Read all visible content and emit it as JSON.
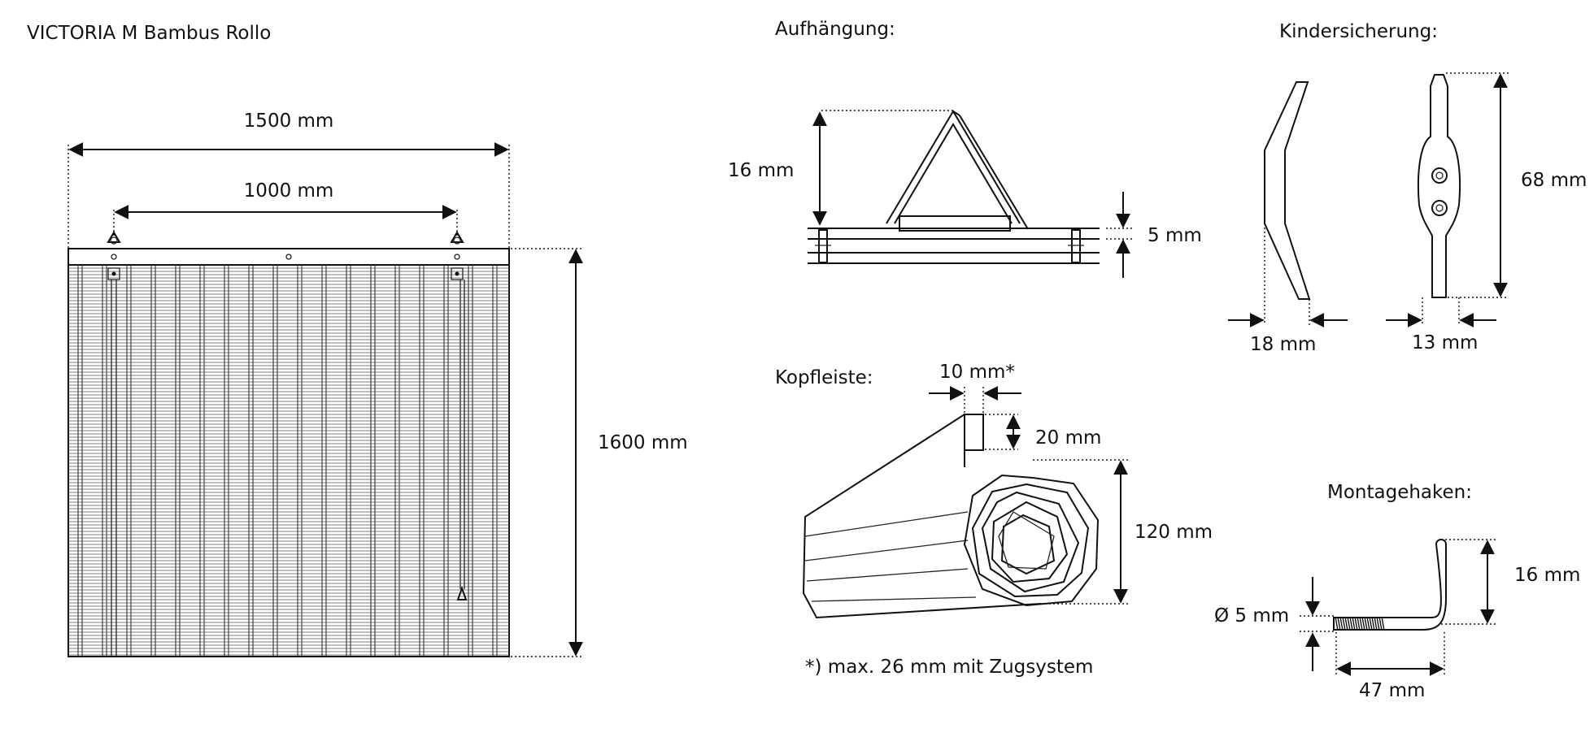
{
  "main": {
    "product_title": "VICTORIA  M Bambus Rollo",
    "width_outer": "1500 mm",
    "width_inner": "1000 mm",
    "height": "1600 mm"
  },
  "suspension": {
    "title": "Aufhängung:",
    "height": "16 mm",
    "rail": "5 mm"
  },
  "child_safety": {
    "title": "Kindersicherung:",
    "width_side": "18 mm",
    "width_front": "13 mm",
    "height": "68 mm"
  },
  "headrail": {
    "title": "Kopfleiste:",
    "depth": "10 mm*",
    "height": "20 mm",
    "roll_diameter": "120 mm",
    "footnote": "*) max. 26 mm mit Zugsystem"
  },
  "mounting_hook": {
    "title": "Montagehaken:",
    "height": "16 mm",
    "diameter": "Ø 5 mm",
    "length": "47 mm"
  }
}
